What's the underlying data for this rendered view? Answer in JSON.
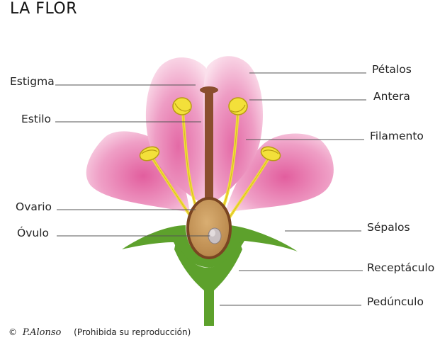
{
  "title": "LA FLOR",
  "labels": {
    "estigma": "Estigma",
    "estilo": "Estilo",
    "ovario": "Ovario",
    "ovulo": "Óvulo",
    "petalos": "Pétalos",
    "antera": "Antera",
    "filamento": "Filamento",
    "sepalos": "Sépalos",
    "receptaculo": "Receptáculo",
    "pedunculo": "Pedúnculo"
  },
  "credit": {
    "copyright": "©",
    "signature": "P.Alonso",
    "note": "(Prohibida su reproducción)"
  },
  "colors": {
    "petal": "#e77fb0",
    "petal_light": "#fbe2ec",
    "stem": "#5da12c",
    "stem_dark": "#3f7a1c",
    "anther": "#f3e03a",
    "style": "#8a4e2e",
    "ovary": "#c99a5b",
    "ovule": "#c9c0c2"
  }
}
